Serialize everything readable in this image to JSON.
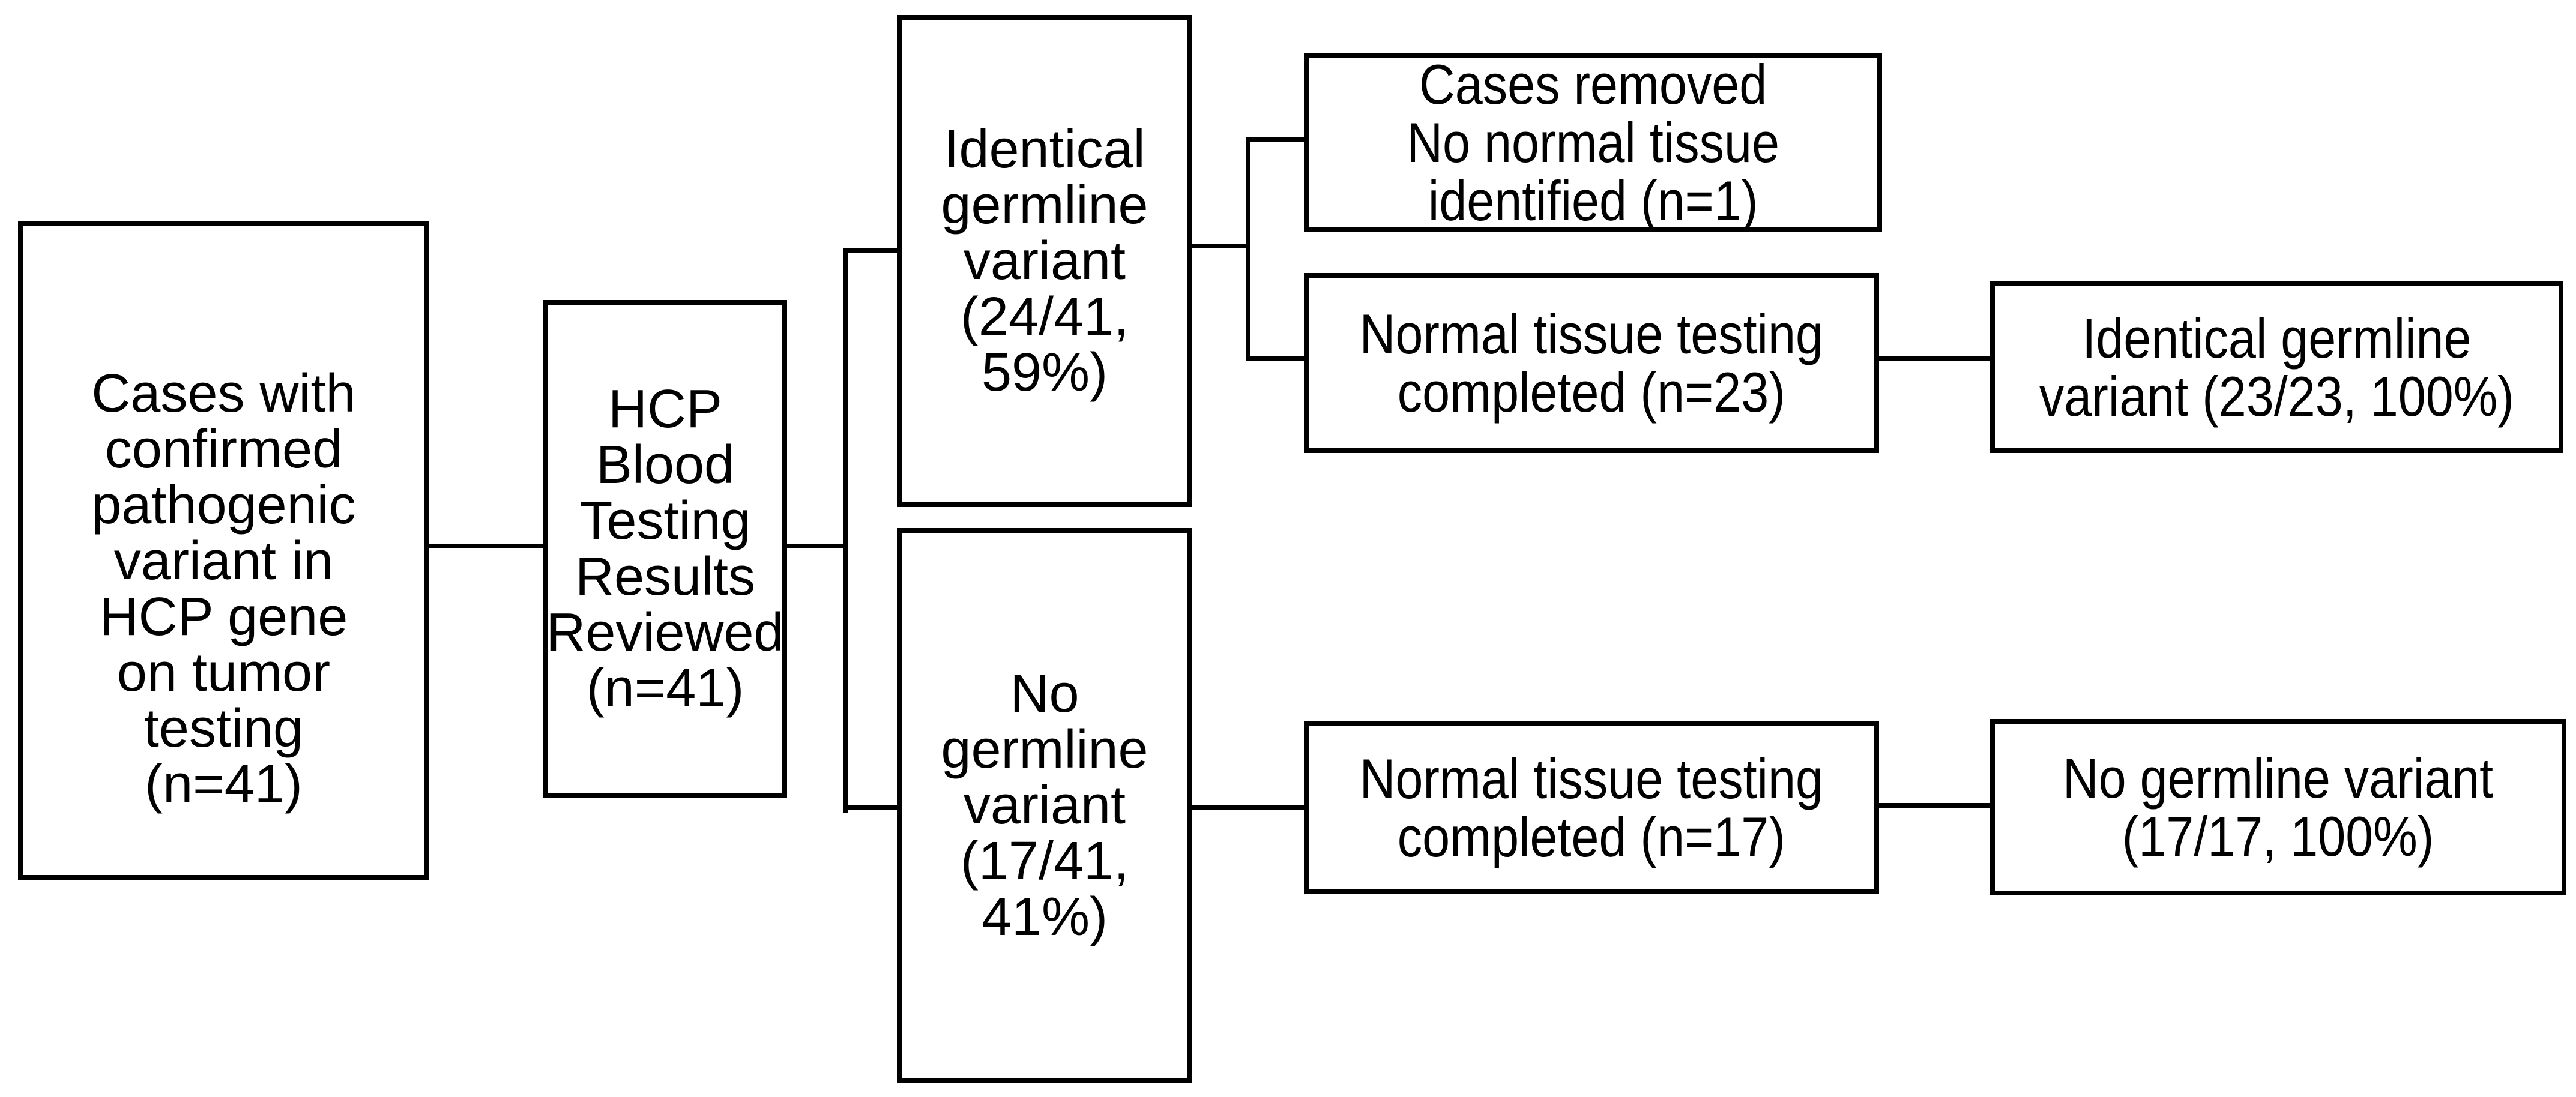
{
  "diagram": {
    "type": "flowchart",
    "colors": {
      "background": "#ffffff",
      "line": "#000000",
      "text": "#000000",
      "box_fill": "#ffffff"
    },
    "boxes": {
      "tumor_cases": {
        "text": "Cases with\nconfirmed\npathogenic\nvariant in\nHCP gene\non tumor\ntesting\n(n=41)"
      },
      "blood_review": {
        "text": "HCP\nBlood\nTesting\nResults\nReviewed\n(n=41)"
      },
      "identical_variant": {
        "text": "Identical\ngermline\nvariant\n(24/41,\n59%)"
      },
      "no_variant": {
        "text": "No germline\nvariant\n(17/41,\n41%)"
      },
      "cases_removed": {
        "text": "Cases removed\nNo normal tissue\nidentified (n=1)"
      },
      "tissue_completed_23": {
        "text": "Normal tissue testing\ncompleted (n=23)"
      },
      "identical_23": {
        "text": "Identical germline\nvariant (23/23, 100%)"
      },
      "tissue_completed_17": {
        "text": "Normal tissue testing\ncompleted (n=17)"
      },
      "no_variant_17": {
        "text": "No germline variant\n(17/17, 100%)"
      }
    }
  }
}
